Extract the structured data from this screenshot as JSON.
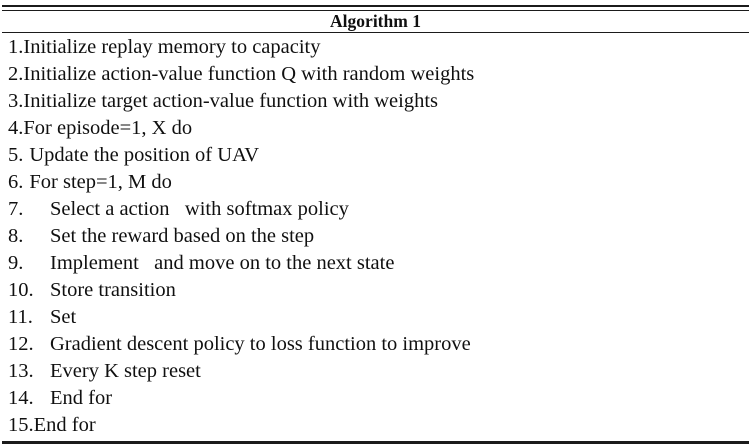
{
  "header": {
    "title": "Algorithm 1"
  },
  "algorithm": {
    "rows": [
      {
        "num": "1.",
        "indent": "none",
        "text": "Initialize replay memory to capacity"
      },
      {
        "num": "2.",
        "indent": "none",
        "text": "Initialize action-value function Q with random weights"
      },
      {
        "num": "3.",
        "indent": "none",
        "text": "Initialize target action-value function with weights"
      },
      {
        "num": "4.",
        "indent": "none",
        "text": "For episode=1, X do"
      },
      {
        "num": "5.",
        "indent": "space",
        "text": "Update the position of UAV"
      },
      {
        "num": "6.",
        "indent": "space",
        "text": "For step=1, M do"
      },
      {
        "num": "7.",
        "indent": "tab",
        "text": "Select a action   with softmax policy"
      },
      {
        "num": "8.",
        "indent": "tab",
        "text": "Set the reward based on the step"
      },
      {
        "num": "9.",
        "indent": "tab",
        "text": "Implement   and move on to the next state"
      },
      {
        "num": "10.",
        "indent": "tab",
        "text": "Store transition"
      },
      {
        "num": "11.",
        "indent": "tab",
        "text": "Set"
      },
      {
        "num": "12.",
        "indent": "tab",
        "text": "Gradient descent policy to loss function to improve"
      },
      {
        "num": "13.",
        "indent": "tab",
        "text": "Every K step reset"
      },
      {
        "num": "14.",
        "indent": "tab",
        "text": "End for"
      },
      {
        "num": "15.",
        "indent": "none",
        "text": "End for"
      }
    ]
  },
  "colors": {
    "background": "#ffffff",
    "text": "#101010",
    "rule": "#1b1b1b"
  }
}
